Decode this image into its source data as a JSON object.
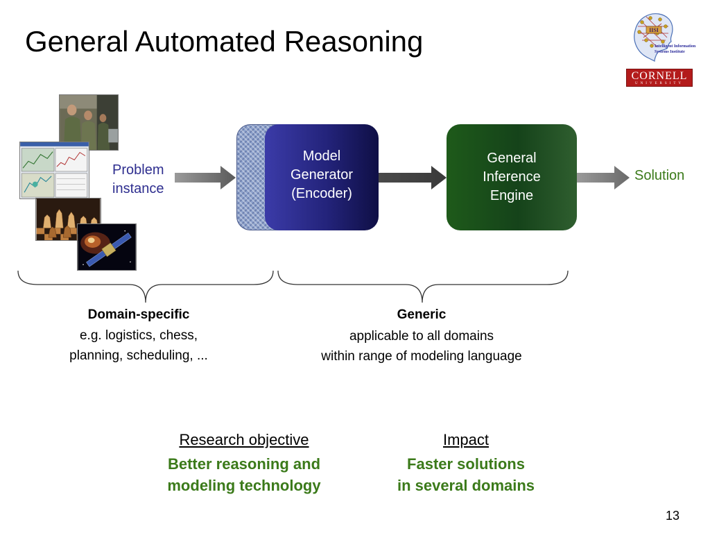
{
  "slide": {
    "title": "General Automated Reasoning",
    "page_number": "13"
  },
  "logos": {
    "iisi_line1": "Intelligent Information",
    "iisi_line2": "Systems Institute",
    "iisi_acronym": "IISI",
    "cornell_name": "CORNELL",
    "cornell_sub": "UNIVERSITY"
  },
  "flow": {
    "input_label": [
      "Problem",
      "instance"
    ],
    "encoder_label": [
      "Model",
      "Generator",
      "(Encoder)"
    ],
    "engine_label": [
      "General",
      "Inference",
      "Engine"
    ],
    "output_label": "Solution"
  },
  "columns": {
    "domain_specific": {
      "heading": "Domain-specific",
      "text": [
        "e.g. logistics, chess,",
        "planning, scheduling, ..."
      ]
    },
    "generic": {
      "heading": "Generic",
      "text": [
        "applicable to all domains",
        "within range of modeling language"
      ]
    }
  },
  "bottom": {
    "research": {
      "heading": "Research objective",
      "text": [
        "Better reasoning and",
        "modeling technology"
      ]
    },
    "impact": {
      "heading": "Impact",
      "text": [
        "Faster solutions",
        "in several domains"
      ]
    }
  },
  "colors": {
    "encoder_blue": "#23237a",
    "engine_green": "#15431a",
    "accent_green": "#3b7a1a",
    "problem_blue": "#2e2e8f",
    "cornell_red": "#b31b1b"
  }
}
